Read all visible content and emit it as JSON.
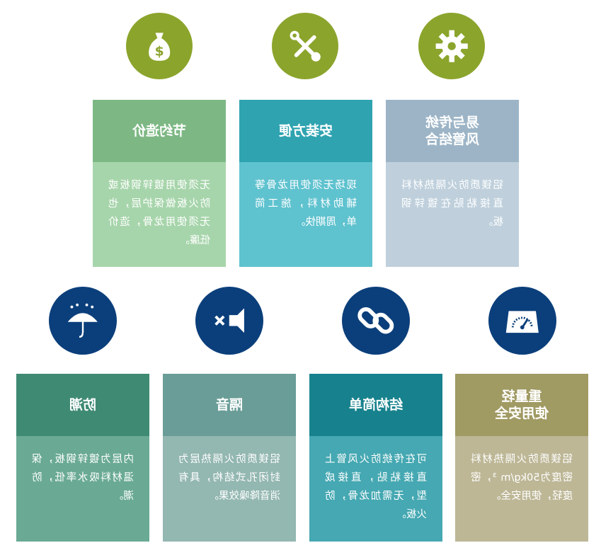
{
  "row1": {
    "icons": [
      {
        "name": "money-bag-icon",
        "color": "#8ba42c"
      },
      {
        "name": "tools-icon",
        "color": "#8ba42c"
      },
      {
        "name": "gear-icon",
        "color": "#8ba42c"
      }
    ],
    "cards": [
      {
        "title": "节约造价",
        "body": "无须使用镀锌钢板或防火板做保护层，也无须使用龙骨，造价低廉。",
        "head_color": "#7db884",
        "body_color": "#a7d5ab"
      },
      {
        "title": "安装方便",
        "body": "现场无须使用龙骨等辅助材料，施工简单，周期快。",
        "head_color": "#2fa3b0",
        "body_color": "#5fc2cf"
      },
      {
        "title": "易与传统\n风管结合",
        "body": "铝镁质防火隔热材料直接粘贴在镀锌钢板。",
        "head_color": "#9cb4c6",
        "body_color": "#bfd0dc"
      }
    ]
  },
  "row2": {
    "icons": [
      {
        "name": "umbrella-rain-icon",
        "color": "#0b3f7b"
      },
      {
        "name": "mute-speaker-icon",
        "color": "#0b3f7b"
      },
      {
        "name": "chain-link-icon",
        "color": "#0b3f7b"
      },
      {
        "name": "scale-gauge-icon",
        "color": "#0b3f7b"
      }
    ],
    "cards": [
      {
        "title": "防潮",
        "body": "内层为镀锌钢板，保温材料吸水率低，防潮。",
        "head_color": "#3f8a73",
        "body_color": "#6aaa95"
      },
      {
        "title": "隔音",
        "body": "铝镁质防火隔热层为封闭孔式结构，具有消音降噪效果。",
        "head_color": "#6a9d97",
        "body_color": "#93b7b1"
      },
      {
        "title": "结构简单",
        "body": "可在传统防火风管上直接粘贴，直接成型，无需加龙骨，防火板。",
        "head_color": "#17828d",
        "body_color": "#45a8b2"
      },
      {
        "title": "重量轻\n使用安全",
        "body": "铝镁质防火隔热材料密度为50kg/m ³，密度轻，使用安全。",
        "head_color": "#a09a63",
        "body_color": "#bdb796"
      }
    ]
  }
}
